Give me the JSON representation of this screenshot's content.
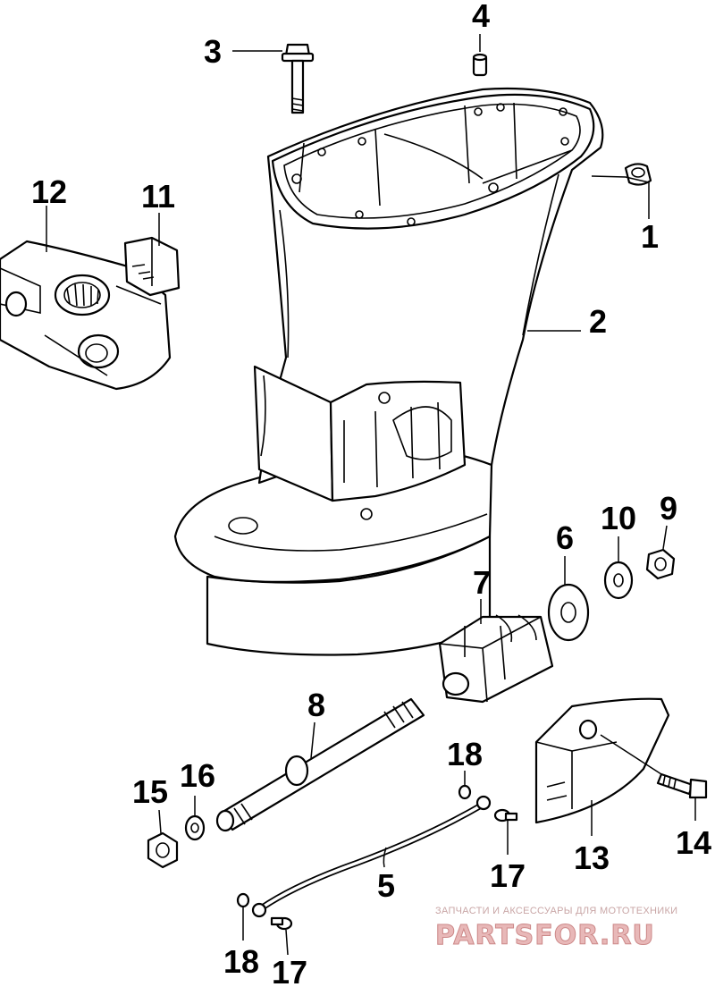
{
  "diagram": {
    "type": "exploded-parts-diagram",
    "callouts": [
      "1",
      "2",
      "3",
      "4",
      "5",
      "6",
      "7",
      "8",
      "9",
      "10",
      "11",
      "12",
      "13",
      "14",
      "15",
      "16",
      "17",
      "17",
      "18",
      "18"
    ],
    "parts": {
      "p1": "1",
      "p2": "2",
      "p3": "3",
      "p4": "4",
      "p5": "5",
      "p6": "6",
      "p7": "7",
      "p8": "8",
      "p9": "9",
      "p10": "10",
      "p11": "11",
      "p12": "12",
      "p13": "13",
      "p14": "14",
      "p15": "15",
      "p16": "16",
      "p17a": "17",
      "p17b": "17",
      "p18a": "18",
      "p18b": "18"
    }
  },
  "watermark": {
    "tagline": "ЗАПЧАСТИ И АКСЕССУАРЫ ДЛЯ МОТОТЕХНИКИ",
    "logo": "PARTSFOR.RU"
  }
}
